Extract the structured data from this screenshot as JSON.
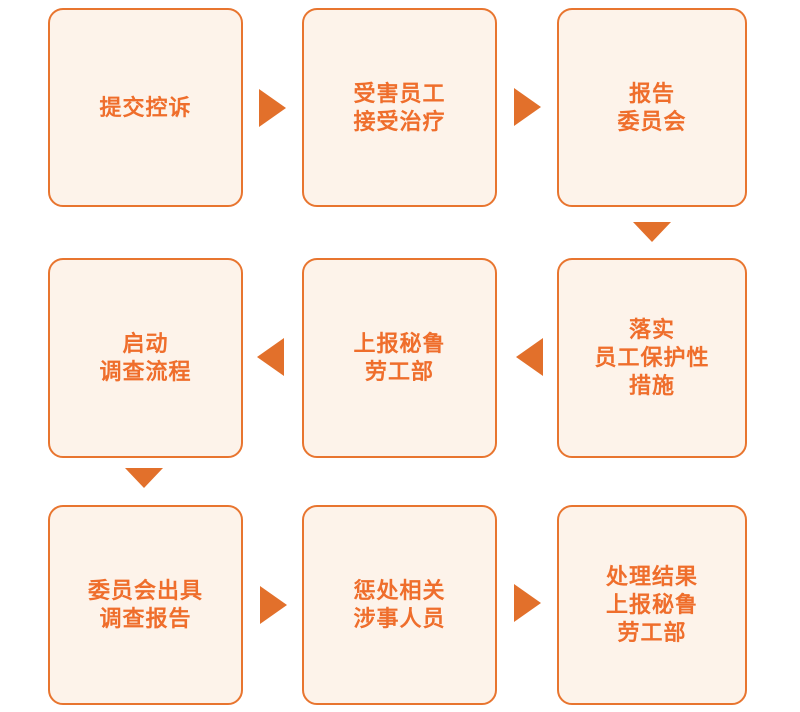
{
  "palette": {
    "background": "#FFFFFF",
    "box_fill": "#FDF3EA",
    "box_border": "#E8752F",
    "text_orange": "#EF6E2C",
    "arrow_orange": "#E2702B"
  },
  "flow": {
    "type": "flowchart",
    "direction": "serpentine-3x3",
    "boxes": [
      {
        "step": 1,
        "grid": "r1c1",
        "lines": [
          "提交控诉"
        ]
      },
      {
        "step": 2,
        "grid": "r1c2",
        "lines": [
          "受害员工",
          "接受治疗"
        ]
      },
      {
        "step": 3,
        "grid": "r1c3",
        "lines": [
          "报告",
          "委员会"
        ]
      },
      {
        "step": 4,
        "grid": "r2c3",
        "lines": [
          "落实",
          "员工保护性",
          "措施"
        ]
      },
      {
        "step": 5,
        "grid": "r2c2",
        "lines": [
          "上报秘鲁",
          "劳工部"
        ]
      },
      {
        "step": 6,
        "grid": "r2c1",
        "lines": [
          "启动",
          "调查流程"
        ]
      },
      {
        "step": 7,
        "grid": "r3c1",
        "lines": [
          "委员会出具",
          "调查报告"
        ]
      },
      {
        "step": 8,
        "grid": "r3c2",
        "lines": [
          "惩处相关",
          "涉事人员"
        ]
      },
      {
        "step": 9,
        "grid": "r3c3",
        "lines": [
          "处理结果",
          "上报秘鲁",
          "劳工部"
        ]
      }
    ],
    "arrows": [
      {
        "from": 1,
        "to": 2,
        "direction": "right"
      },
      {
        "from": 2,
        "to": 3,
        "direction": "right"
      },
      {
        "from": 3,
        "to": 4,
        "direction": "down"
      },
      {
        "from": 4,
        "to": 5,
        "direction": "left"
      },
      {
        "from": 5,
        "to": 6,
        "direction": "left"
      },
      {
        "from": 6,
        "to": 7,
        "direction": "down"
      },
      {
        "from": 7,
        "to": 8,
        "direction": "right"
      },
      {
        "from": 8,
        "to": 9,
        "direction": "right"
      }
    ]
  }
}
